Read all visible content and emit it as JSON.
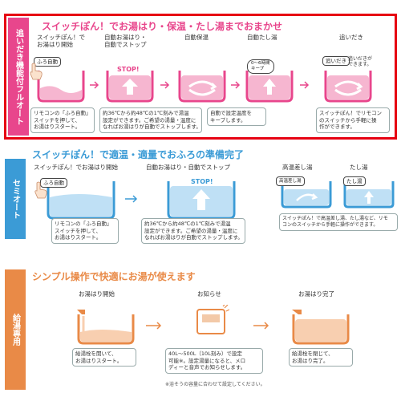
{
  "colors": {
    "full": "#e8468c",
    "semi": "#3b9bd6",
    "kyuto": "#e98a47",
    "highlight": "#e60012"
  },
  "full_auto": {
    "tab": "追いだき機能付フルオート",
    "title": "スイッチぽん！でお湯はり・保温・たし湯までおまかせ",
    "steps": [
      {
        "label": "スイッチぽん！で\nお湯はり開始",
        "badge": "ふろ自動"
      },
      {
        "label": "自動お湯はり・\n自動でストップ",
        "badge": "STOP!"
      },
      {
        "label": "自動保温",
        "badge": ""
      },
      {
        "label": "自動たし湯",
        "badge": "0～6時間\nキープ"
      },
      {
        "label": "追いだき",
        "badge": "追いだき"
      }
    ],
    "reheat_caption": "追いだきが\nできます。",
    "boxes": [
      "リモコンの「ふろ自動」\nスイッチを押して、\nお湯はりスタート。",
      "約36℃から約48℃の1℃刻みで湯温\n設定ができます。ご希望の湯量・温度に\nなればお湯はりが自動でストップします。",
      "自動で設定温度を\nキープします。",
      "スイッチぽん！でリモコン\nのスイッチから手軽に操\n作ができます。"
    ]
  },
  "semi_auto": {
    "tab": "セミオート",
    "title": "スイッチぽん！で適温・適量でおふろの準備完了",
    "steps": [
      {
        "label": "スイッチぽん！でお湯はり開始",
        "badge": "ふろ自動"
      },
      {
        "label": "自動お湯はり・自動でストップ",
        "badge": "STOP!"
      },
      {
        "label": "高温差し湯",
        "badge": "高温差し湯"
      },
      {
        "label": "たし湯",
        "badge": "たし湯"
      }
    ],
    "boxes": [
      "リモコンの「ふろ自動」\nスイッチを押して、\nお湯はりスタート。",
      "約36℃から約48℃の1℃刻みで湯温\n設定ができます。ご希望の湯量・温度に\nなればお湯はりが自動でストップします。",
      "スイッチぽん！で高温差し湯、たし湯など、リモ\nコンのスイッチから手軽に操作ができます。"
    ]
  },
  "kyuto": {
    "tab": "給湯専用",
    "title": "シンプル操作で快適にお湯が使えます",
    "steps": [
      {
        "label": "お湯はり開始"
      },
      {
        "label": "お知らせ"
      },
      {
        "label": "お湯はり完了"
      }
    ],
    "boxes": [
      "給湯栓を開いて、\nお湯はりスタート。",
      "40L～500L（10L刻み）で設定\n可能※。設定湯量になると、メロ\nディーと音声でお知らせします。",
      "給湯栓を閉じて、\nお湯はり完了。"
    ],
    "footnote": "※浴そうの容量に合わせて設定してください。"
  }
}
